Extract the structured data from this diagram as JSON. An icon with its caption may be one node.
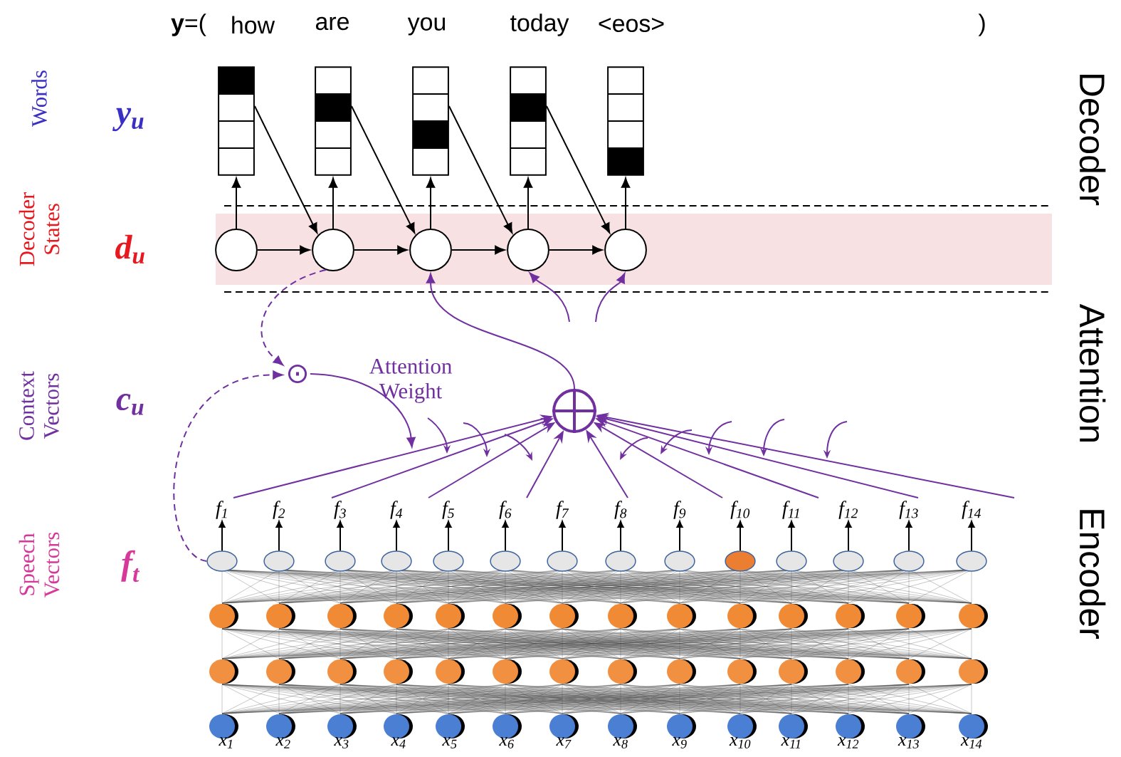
{
  "diagram": {
    "nodes": [
      {
        "text": [],
        "shape": "box"
      },
      {
        "text": [],
        "shape": "box"
      },
      {
        "text": [],
        "shape": "box"
      },
      {
        "text": [],
        "shape": "box"
      },
      {
        "text": [],
        "shape": "box"
      },
      {
        "text": [],
        "shape": "circle"
      },
      {
        "text": [],
        "shape": "circle"
      },
      {
        "text": [],
        "shape": "circle"
      },
      {
        "text": [],
        "shape": "circle"
      },
      {
        "text": [],
        "shape": "circle"
      },
      {
        "text": [
          "⊙"
        ]
      },
      {
        "text": [],
        "shape": "circle"
      },
      {
        "text": [
          "f$_{1}$"
        ]
      },
      {
        "text": [
          "f$_{2}$"
        ]
      },
      {
        "text": [
          "f$_{3}$"
        ]
      },
      {
        "text": [
          "f$_{4}$"
        ]
      },
      {
        "text": [
          "f$_{5}$"
        ]
      },
      {
        "text": [
          "f$_{6}$"
        ]
      },
      {
        "text": [
          "f$_{7}$"
        ]
      },
      {
        "text": [
          "f$_{8}$"
        ]
      },
      {
        "text": [
          "f$_{9}$"
        ]
      },
      {
        "text": [
          "f$_{10}$"
        ]
      },
      {
        "text": [
          "f$_{11}$"
        ]
      },
      {
        "text": [
          "f$_{12}$"
        ]
      },
      {
        "text": [
          "f$_{13}$"
        ]
      },
      {
        "text": [
          "f$_{14}$"
        ]
      },
      {
        "text": [],
        "shape": "ellipse"
      },
      {
        "text": [],
        "shape": "ellipse"
      },
      {
        "text": [],
        "shape": "ellipse"
      },
      {
        "text": [],
        "shape": "ellipse"
      },
      {
        "text": [],
        "shape": "ellipse"
      },
      {
        "text": [],
        "shape": "ellipse"
      },
      {
        "text": [],
        "shape": "ellipse"
      },
      {
        "text": [],
        "shape": "ellipse"
      },
      {
        "text": [],
        "shape": "ellipse"
      },
      {
        "text": [],
        "shape": "ellipse"
      },
      {
        "text": [],
        "shape": "ellipse"
      },
      {
        "text": [],
        "shape": "ellipse"
      },
      {
        "text": [],
        "shape": "ellipse"
      },
      {
        "text": [],
        "shape": "ellipse"
      }
    ],
    "edges": [
      {
        "from": 5,
        "to": 0,
        "arrow": "to"
      },
      {
        "from": 6,
        "to": 1,
        "arrow": "to"
      },
      {
        "from": 7,
        "to": 2,
        "arrow": "to"
      },
      {
        "from": 8,
        "to": 3,
        "arrow": "to"
      },
      {
        "from": 9,
        "to": 4,
        "arrow": "to"
      },
      {
        "from": 0,
        "to": 6,
        "arrow": "to"
      },
      {
        "from": 1,
        "to": 7,
        "arrow": "to"
      },
      {
        "from": 2,
        "to": 8,
        "arrow": "to"
      },
      {
        "from": 3,
        "to": 9,
        "arrow": "to"
      },
      {
        "from": 5,
        "to": 6,
        "arrow": "to"
      },
      {
        "from": 6,
        "to": 7,
        "arrow": "to"
      },
      {
        "from": 7,
        "to": 8,
        "arrow": "to"
      },
      {
        "from": 8,
        "to": 9,
        "arrow": "to"
      },
      {
        "from": 6,
        "to": 10,
        "arrow": "to",
        "style": "dashed",
        "color": "#7030a0"
      },
      {
        "from": 26,
        "to": 10,
        "arrow": "to",
        "style": "dashed",
        "color": "#7030a0"
      },
      {
        "from": 10,
        "to": null,
        "arrow": "to",
        "color": "#7030a0"
      },
      {
        "from": 26,
        "to": 12,
        "arrow": "to"
      },
      {
        "from": 27,
        "to": 13,
        "arrow": "to"
      },
      {
        "from": 28,
        "to": 14,
        "arrow": "to"
      },
      {
        "from": 29,
        "to": 15,
        "arrow": "to"
      },
      {
        "from": 30,
        "to": 16,
        "arrow": "to"
      },
      {
        "from": 31,
        "to": 17,
        "arrow": "to"
      },
      {
        "from": 32,
        "to": 18,
        "arrow": "to"
      },
      {
        "from": 33,
        "to": 19,
        "arrow": "to"
      },
      {
        "from": 34,
        "to": 20,
        "arrow": "to"
      },
      {
        "from": 35,
        "to": 21,
        "arrow": "to"
      },
      {
        "from": 36,
        "to": 22,
        "arrow": "to"
      },
      {
        "from": 37,
        "to": 23,
        "arrow": "to"
      },
      {
        "from": 38,
        "to": 24,
        "arrow": "to"
      },
      {
        "from": 39,
        "to": 25,
        "arrow": "to"
      },
      {
        "from": 12,
        "to": 11,
        "arrow": "to",
        "color": "#7030a0"
      },
      {
        "from": 14,
        "to": 11,
        "arrow": "to",
        "color": "#7030a0"
      },
      {
        "from": 16,
        "to": 11,
        "arrow": "to",
        "color": "#7030a0"
      },
      {
        "from": 17,
        "to": 11,
        "arrow": "to",
        "color": "#7030a0"
      },
      {
        "from": 19,
        "to": 11,
        "arrow": "to",
        "color": "#7030a0"
      },
      {
        "from": 21,
        "to": 11,
        "arrow": "to",
        "color": "#7030a0"
      },
      {
        "from": 22,
        "to": 11,
        "arrow": "to",
        "color": "#7030a0"
      },
      {
        "from": 24,
        "to": 11,
        "arrow": "to",
        "color": "#7030a0"
      },
      {
        "from": 25,
        "to": 11,
        "arrow": "to",
        "color": "#7030a0"
      },
      {
        "from": 11,
        "to": 7,
        "arrow": "to",
        "color": "#7030a0"
      },
      {
        "from": null,
        "to": 8,
        "arrow": "to",
        "color": "#7030a0"
      },
      {
        "from": null,
        "to": 9,
        "arrow": "to",
        "color": "#7030a0"
      }
    ],
    "labels": [
      "**y**=(",
      "how",
      "are",
      "you",
      "today",
      "<eos>",
      ")",
      "Words",
      "y$_{u}$",
      "Decoder",
      "Decoder States",
      "d$_{u}$",
      "Context Vectors",
      "c$_{u}$",
      "Attention",
      "Attention Weight",
      "Speech Vectors",
      "f$_{t}$",
      "Encoder",
      "x$_{1}$",
      "x$_{2}$",
      "x$_{3}$",
      "x$_{4}$",
      "x$_{5}$",
      "x$_{6}$",
      "x$_{7}$",
      "x$_{8}$",
      "x$_{9}$",
      "x$_{10}$",
      "x$_{11}$",
      "x$_{12}$",
      "x$_{13}$",
      "x$_{14}$"
    ]
  }
}
